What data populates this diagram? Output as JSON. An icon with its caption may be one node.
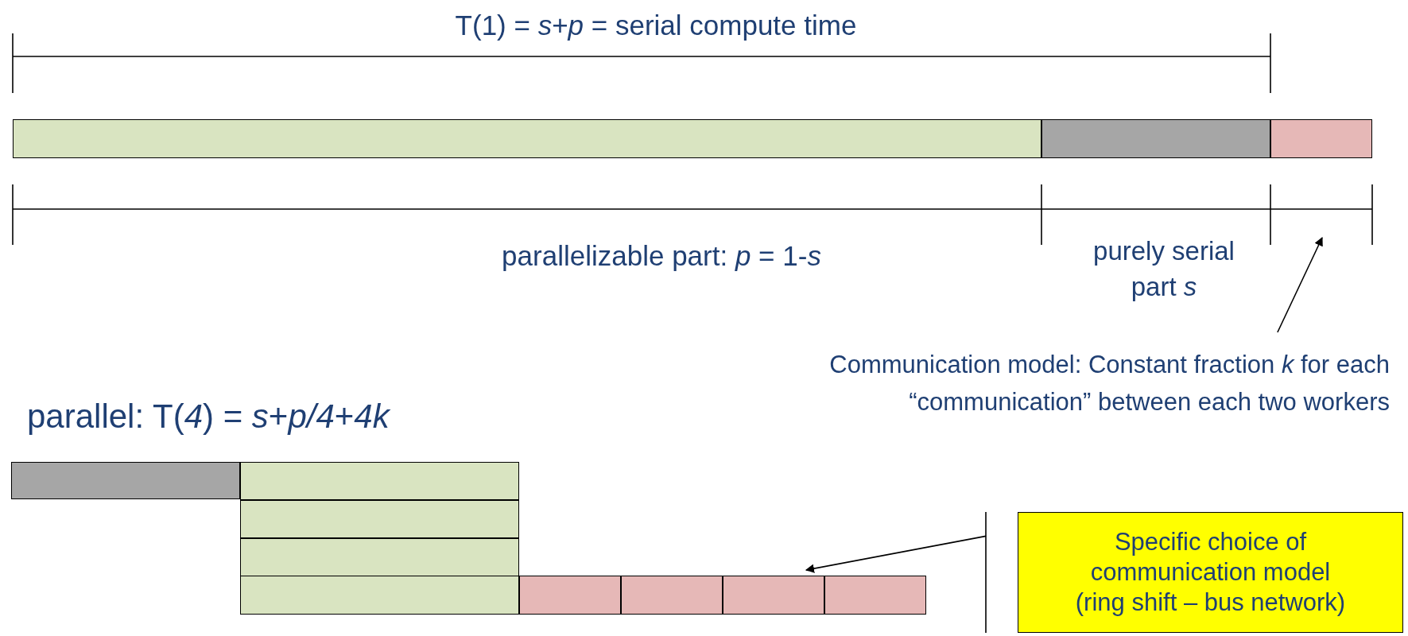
{
  "diagram": {
    "nodes": [
      {
        "text": [],
        "shape": "bar"
      },
      {
        "text": [],
        "shape": "bar"
      },
      {
        "text": [],
        "shape": "bar"
      },
      {
        "text": [
          "Communication model: Constant fraction *k* for each “communication” between each two workers"
        ]
      },
      {
        "text": [],
        "shape": "bar"
      },
      {
        "text": [],
        "shape": "bar"
      },
      {
        "text": [],
        "shape": "bar"
      },
      {
        "text": [],
        "shape": "bar"
      },
      {
        "text": [],
        "shape": "bar"
      },
      {
        "text": [],
        "shape": "bar"
      },
      {
        "text": [],
        "shape": "bar"
      },
      {
        "text": [],
        "shape": "bar"
      },
      {
        "text": [],
        "shape": "bar"
      },
      {
        "text": [
          "Specific choice of communication model (ring shift – bus network)"
        ]
      }
    ],
    "edges": [
      {
        "from": 3,
        "to": null,
        "arrow": "to"
      },
      {
        "from": 13,
        "to": 11,
        "arrow": "to"
      }
    ],
    "labels": [
      "T(1) = *s*+*p* = serial compute time",
      "parallelizable part: *p* = 1-*s*",
      "purely serial part *s*",
      "parallel: T(*4*) = *s*+*p/4*+*4k*"
    ]
  }
}
